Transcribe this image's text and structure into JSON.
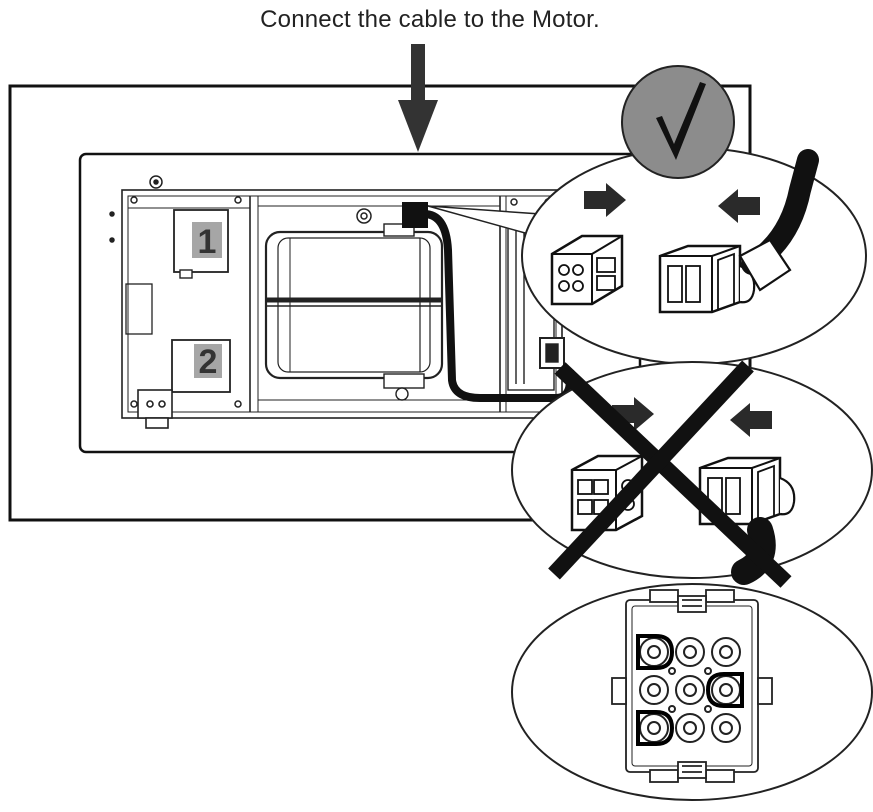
{
  "caption": "Connect the cable to the Motor.",
  "step_labels": [
    "1",
    "2"
  ],
  "status": {
    "correct_mark": "check-mark",
    "incorrect_mark": "x-mark"
  },
  "colors": {
    "line": "#000000",
    "check_circle": "#8c8c8c",
    "label_box": "#a6a6a6"
  }
}
